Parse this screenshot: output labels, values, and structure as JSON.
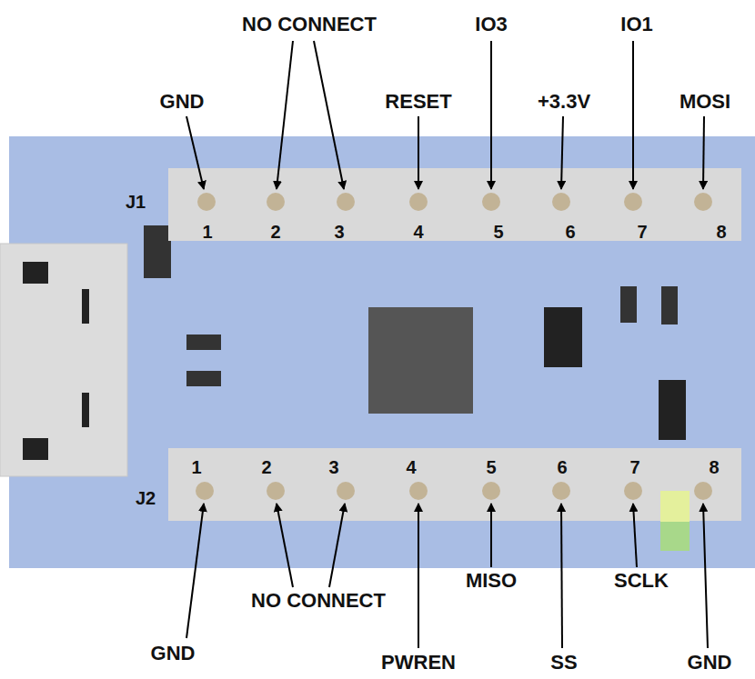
{
  "diagram": {
    "labels": [
      "GND",
      "NO CONNECT",
      "RESET",
      "IO3",
      "+3.3V",
      "IO1",
      "MOSI",
      "J1",
      "1",
      "2",
      "3",
      "4",
      "5",
      "6",
      "7",
      "8",
      "J2",
      "1",
      "2",
      "3",
      "4",
      "5",
      "6",
      "7",
      "8",
      "NO CONNECT",
      "MISO",
      "SCLK",
      "GND",
      "PWREN",
      "SS",
      "GND"
    ]
  }
}
